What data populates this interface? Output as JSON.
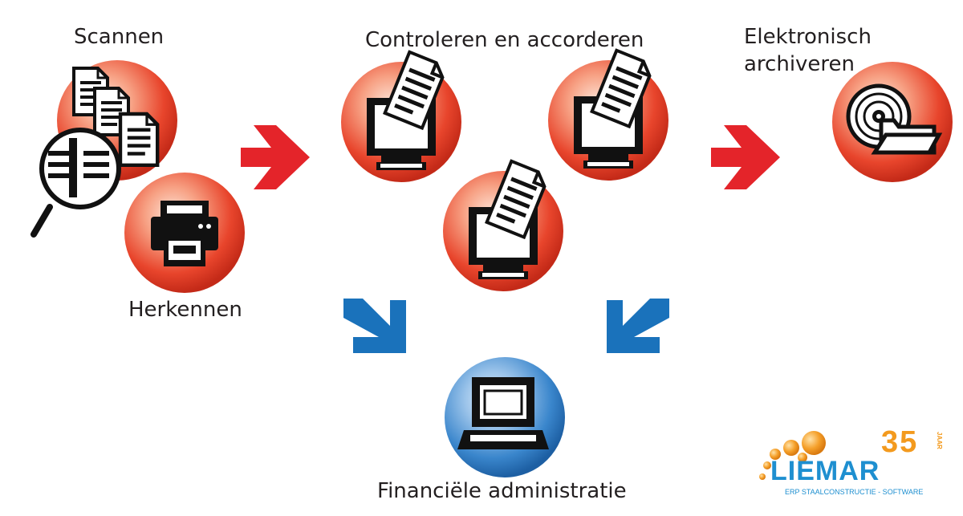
{
  "labels": {
    "scan": "Scannen",
    "recognize": "Herkennen",
    "check_approve": "Controleren en accorderen",
    "archive_line1": "Elektronisch",
    "archive_line2": "archiveren",
    "finance": "Financiële administratie"
  },
  "logo": {
    "brand": "LIEMAR",
    "anniversary": "35",
    "anniversary_unit": "JAAR",
    "tagline": "ERP STAALCONSTRUCTIE - SOFTWARE"
  },
  "colors": {
    "red_circle": "#e8452c",
    "blue_circle": "#2f80c8",
    "red_arrow": "#e4242a",
    "blue_arrow": "#1a72bb",
    "logo_blue": "#1e8fd0",
    "logo_orange": "#f39a1e"
  }
}
